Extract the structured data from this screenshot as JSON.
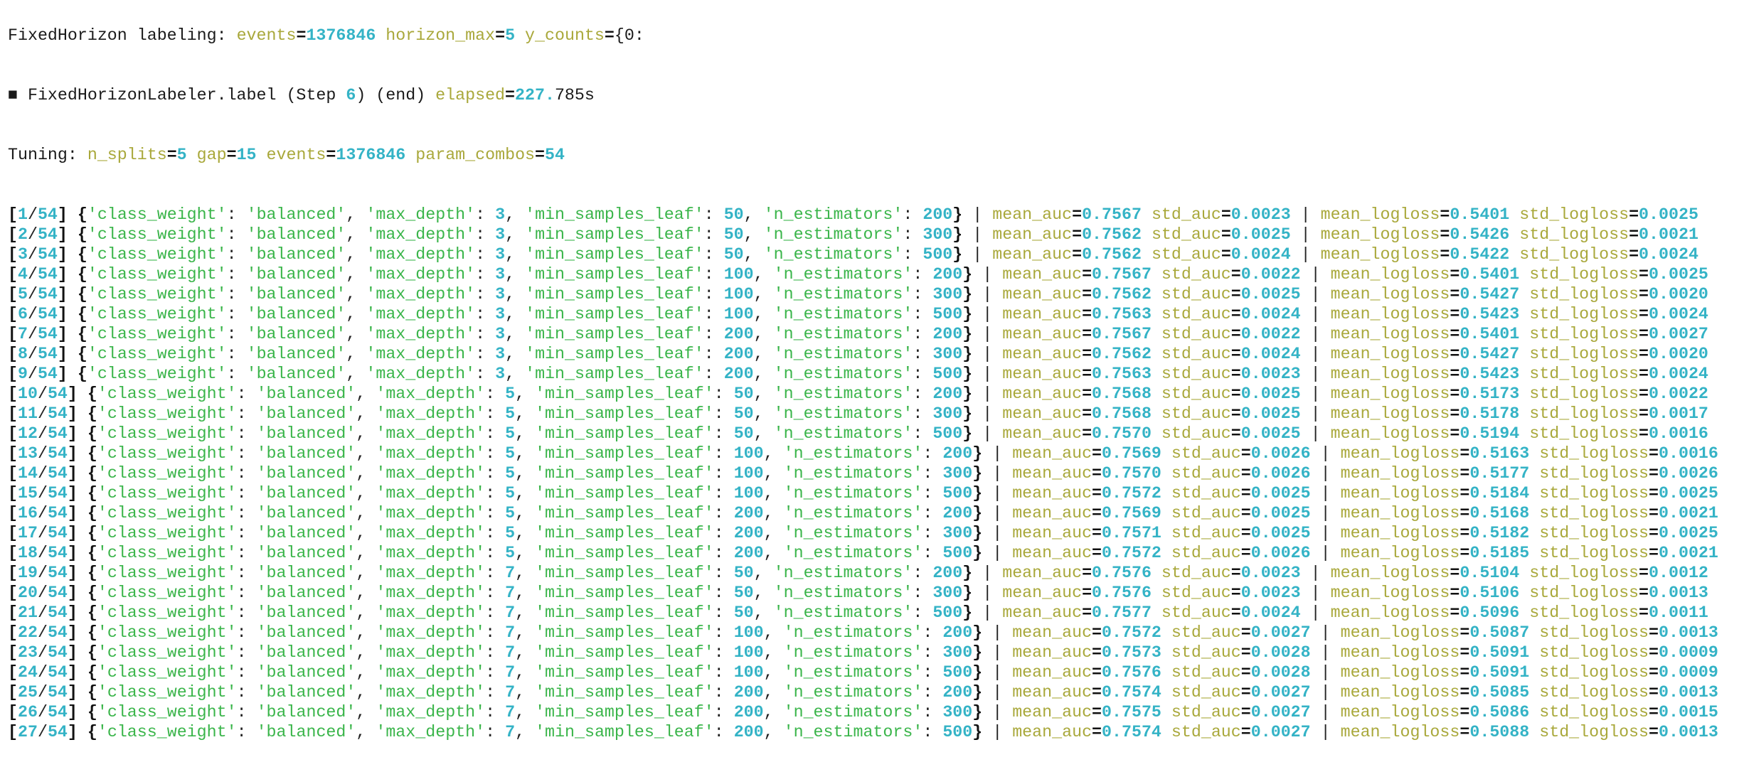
{
  "header": {
    "labeling_line": {
      "prefix": "FixedHorizon labeling: ",
      "events_key": "events",
      "events_val": "1376846",
      "horizon_key": "horizon_max",
      "horizon_val": "5",
      "ycounts_key": "y_counts",
      "ycounts_val": "{0: "
    },
    "step_line": {
      "bullet": "■",
      "text1": " FixedHorizonLabeler.label (Step ",
      "step": "6",
      "text2": ") (end) ",
      "elapsed_key": "elapsed",
      "elapsed_int": "227.",
      "elapsed_rest": "785s"
    },
    "tuning_line": {
      "label": "Tuning: ",
      "n_splits_key": "n_splits",
      "n_splits_val": "5",
      "gap_key": "gap",
      "gap_val": "15",
      "events_key": "events",
      "events_val": "1376846",
      "combos_key": "param_combos",
      "combos_val": "54"
    }
  },
  "total": "54",
  "param_keys": [
    "class_weight",
    "max_depth",
    "min_samples_leaf",
    "n_estimators"
  ],
  "metric_keys": [
    "mean_auc",
    "std_auc",
    "mean_logloss",
    "std_logloss"
  ],
  "rows": [
    {
      "i": "1",
      "cw": "balanced",
      "md": "3",
      "msl": "50",
      "ne": "200",
      "mean_auc": "0.7567",
      "std_auc": "0.0023",
      "mean_logloss": "0.5401",
      "std_logloss": "0.0025"
    },
    {
      "i": "2",
      "cw": "balanced",
      "md": "3",
      "msl": "50",
      "ne": "300",
      "mean_auc": "0.7562",
      "std_auc": "0.0025",
      "mean_logloss": "0.5426",
      "std_logloss": "0.0021"
    },
    {
      "i": "3",
      "cw": "balanced",
      "md": "3",
      "msl": "50",
      "ne": "500",
      "mean_auc": "0.7562",
      "std_auc": "0.0024",
      "mean_logloss": "0.5422",
      "std_logloss": "0.0024"
    },
    {
      "i": "4",
      "cw": "balanced",
      "md": "3",
      "msl": "100",
      "ne": "200",
      "mean_auc": "0.7567",
      "std_auc": "0.0022",
      "mean_logloss": "0.5401",
      "std_logloss": "0.0025"
    },
    {
      "i": "5",
      "cw": "balanced",
      "md": "3",
      "msl": "100",
      "ne": "300",
      "mean_auc": "0.7562",
      "std_auc": "0.0025",
      "mean_logloss": "0.5427",
      "std_logloss": "0.0020"
    },
    {
      "i": "6",
      "cw": "balanced",
      "md": "3",
      "msl": "100",
      "ne": "500",
      "mean_auc": "0.7563",
      "std_auc": "0.0024",
      "mean_logloss": "0.5423",
      "std_logloss": "0.0024"
    },
    {
      "i": "7",
      "cw": "balanced",
      "md": "3",
      "msl": "200",
      "ne": "200",
      "mean_auc": "0.7567",
      "std_auc": "0.0022",
      "mean_logloss": "0.5401",
      "std_logloss": "0.0027"
    },
    {
      "i": "8",
      "cw": "balanced",
      "md": "3",
      "msl": "200",
      "ne": "300",
      "mean_auc": "0.7562",
      "std_auc": "0.0024",
      "mean_logloss": "0.5427",
      "std_logloss": "0.0020"
    },
    {
      "i": "9",
      "cw": "balanced",
      "md": "3",
      "msl": "200",
      "ne": "500",
      "mean_auc": "0.7563",
      "std_auc": "0.0023",
      "mean_logloss": "0.5423",
      "std_logloss": "0.0024"
    },
    {
      "i": "10",
      "cw": "balanced",
      "md": "5",
      "msl": "50",
      "ne": "200",
      "mean_auc": "0.7568",
      "std_auc": "0.0025",
      "mean_logloss": "0.5173",
      "std_logloss": "0.0022"
    },
    {
      "i": "11",
      "cw": "balanced",
      "md": "5",
      "msl": "50",
      "ne": "300",
      "mean_auc": "0.7568",
      "std_auc": "0.0025",
      "mean_logloss": "0.5178",
      "std_logloss": "0.0017"
    },
    {
      "i": "12",
      "cw": "balanced",
      "md": "5",
      "msl": "50",
      "ne": "500",
      "mean_auc": "0.7570",
      "std_auc": "0.0025",
      "mean_logloss": "0.5194",
      "std_logloss": "0.0016"
    },
    {
      "i": "13",
      "cw": "balanced",
      "md": "5",
      "msl": "100",
      "ne": "200",
      "mean_auc": "0.7569",
      "std_auc": "0.0026",
      "mean_logloss": "0.5163",
      "std_logloss": "0.0016"
    },
    {
      "i": "14",
      "cw": "balanced",
      "md": "5",
      "msl": "100",
      "ne": "300",
      "mean_auc": "0.7570",
      "std_auc": "0.0026",
      "mean_logloss": "0.5177",
      "std_logloss": "0.0026"
    },
    {
      "i": "15",
      "cw": "balanced",
      "md": "5",
      "msl": "100",
      "ne": "500",
      "mean_auc": "0.7572",
      "std_auc": "0.0025",
      "mean_logloss": "0.5184",
      "std_logloss": "0.0025"
    },
    {
      "i": "16",
      "cw": "balanced",
      "md": "5",
      "msl": "200",
      "ne": "200",
      "mean_auc": "0.7569",
      "std_auc": "0.0025",
      "mean_logloss": "0.5168",
      "std_logloss": "0.0021"
    },
    {
      "i": "17",
      "cw": "balanced",
      "md": "5",
      "msl": "200",
      "ne": "300",
      "mean_auc": "0.7571",
      "std_auc": "0.0025",
      "mean_logloss": "0.5182",
      "std_logloss": "0.0025"
    },
    {
      "i": "18",
      "cw": "balanced",
      "md": "5",
      "msl": "200",
      "ne": "500",
      "mean_auc": "0.7572",
      "std_auc": "0.0026",
      "mean_logloss": "0.5185",
      "std_logloss": "0.0021"
    },
    {
      "i": "19",
      "cw": "balanced",
      "md": "7",
      "msl": "50",
      "ne": "200",
      "mean_auc": "0.7576",
      "std_auc": "0.0023",
      "mean_logloss": "0.5104",
      "std_logloss": "0.0012"
    },
    {
      "i": "20",
      "cw": "balanced",
      "md": "7",
      "msl": "50",
      "ne": "300",
      "mean_auc": "0.7576",
      "std_auc": "0.0023",
      "mean_logloss": "0.5106",
      "std_logloss": "0.0013"
    },
    {
      "i": "21",
      "cw": "balanced",
      "md": "7",
      "msl": "50",
      "ne": "500",
      "mean_auc": "0.7577",
      "std_auc": "0.0024",
      "mean_logloss": "0.5096",
      "std_logloss": "0.0011"
    },
    {
      "i": "22",
      "cw": "balanced",
      "md": "7",
      "msl": "100",
      "ne": "200",
      "mean_auc": "0.7572",
      "std_auc": "0.0027",
      "mean_logloss": "0.5087",
      "std_logloss": "0.0013"
    },
    {
      "i": "23",
      "cw": "balanced",
      "md": "7",
      "msl": "100",
      "ne": "300",
      "mean_auc": "0.7573",
      "std_auc": "0.0028",
      "mean_logloss": "0.5091",
      "std_logloss": "0.0009"
    },
    {
      "i": "24",
      "cw": "balanced",
      "md": "7",
      "msl": "100",
      "ne": "500",
      "mean_auc": "0.7576",
      "std_auc": "0.0028",
      "mean_logloss": "0.5091",
      "std_logloss": "0.0009"
    },
    {
      "i": "25",
      "cw": "balanced",
      "md": "7",
      "msl": "200",
      "ne": "200",
      "mean_auc": "0.7574",
      "std_auc": "0.0027",
      "mean_logloss": "0.5085",
      "std_logloss": "0.0013"
    },
    {
      "i": "26",
      "cw": "balanced",
      "md": "7",
      "msl": "200",
      "ne": "300",
      "mean_auc": "0.7575",
      "std_auc": "0.0027",
      "mean_logloss": "0.5086",
      "std_logloss": "0.0015"
    },
    {
      "i": "27",
      "cw": "balanced",
      "md": "7",
      "msl": "200",
      "ne": "500",
      "mean_auc": "0.7574",
      "std_auc": "0.0027",
      "mean_logloss": "0.5088",
      "std_logloss": "0.0013"
    }
  ]
}
